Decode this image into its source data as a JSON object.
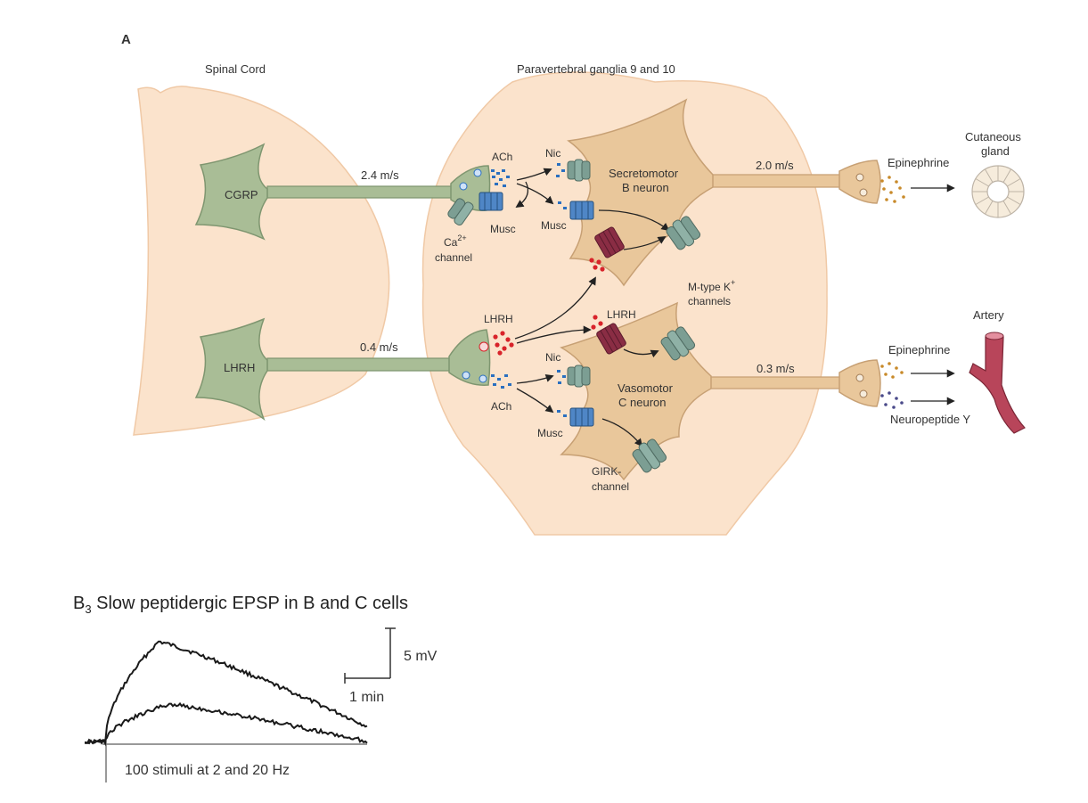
{
  "panel_a": {
    "letter": "A",
    "spinal_cord": "Spinal Cord",
    "ganglia": "Paravertebral ganglia 9 and 10",
    "cgrp": "CGRP",
    "lhrh_soma": "LHRH",
    "speed_cgrp": "2.4 m/s",
    "speed_lhrh": "0.4 m/s",
    "speed_b": "2.0 m/s",
    "speed_c": "0.3 m/s",
    "ach_top": "ACh",
    "ach_bottom": "ACh",
    "nic_top": "Nic",
    "nic_bottom": "Nic",
    "musc_pre": "Musc",
    "musc_b": "Musc",
    "musc_c": "Musc",
    "ca_channel_1": "Ca",
    "ca_channel_sup": "2+",
    "ca_channel_2": "channel",
    "secretomotor_1": "Secretomotor",
    "secretomotor_2": "B neuron",
    "vasomotor_1": "Vasomotor",
    "vasomotor_2": "C neuron",
    "mtype_1": "M-type K",
    "mtype_sup": "+",
    "mtype_2": "channels",
    "lhrh_release": "LHRH",
    "lhrh_receptor": "LHRH",
    "girk_1": "GIRK-",
    "girk_2": "channel",
    "epinephrine_top": "Epinephrine",
    "epinephrine_bottom": "Epinephrine",
    "neuropeptide": "Neuropeptide Y",
    "cutaneous_1": "Cutaneous",
    "cutaneous_2": "gland",
    "artery": "Artery"
  },
  "panel_b": {
    "label": "B",
    "sub": "3",
    "title": " Slow peptidergic EPSP in B and C cells",
    "scale_v": "5 mV",
    "scale_t": "1 min",
    "stimulus": "100 stimuli at 2 and 20 Hz"
  },
  "colors": {
    "tissue": "#fbe3cc",
    "neuron_green": "#a9bd96",
    "neuron_green_stroke": "#7f9670",
    "ganglion_neuron": "#e9c79b",
    "ganglion_stroke": "#c7a074",
    "ach_blue": "#2a6fc0",
    "lhrh_red": "#d8232a",
    "channel_teal": "#7c9e93",
    "receptor_blue": "#4f86c6",
    "lhrh_receptor": "#8a2d44",
    "epinephrine": "#c88a2a",
    "npy": "#4a4a8a",
    "artery": "#b8455a",
    "trace": "#1a1a1a"
  }
}
